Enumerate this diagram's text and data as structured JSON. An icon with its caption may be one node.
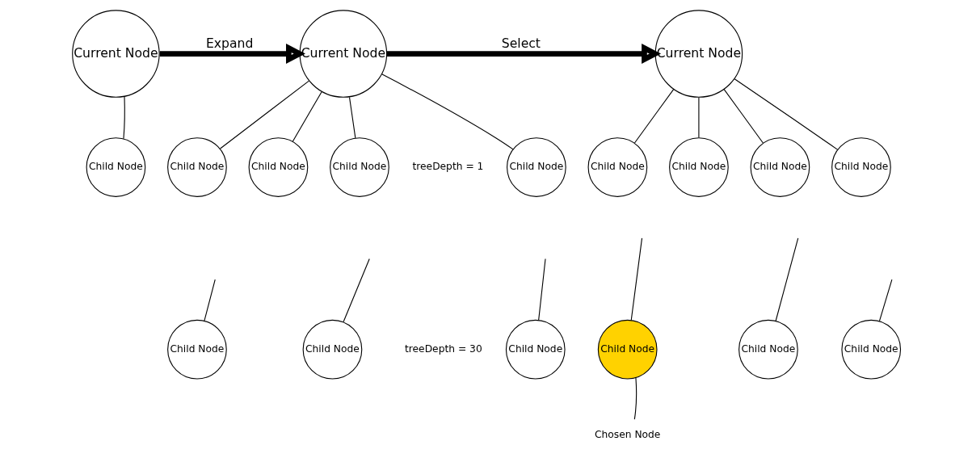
{
  "diagram": {
    "nodes": [
      {
        "text": [
          "Current Node"
        ]
      },
      {
        "text": [
          "Child Node"
        ]
      },
      {
        "text": [
          "Current Node"
        ]
      },
      {
        "text": [
          "Child Node"
        ],
        "beside": [
          "treeDepth = 1"
        ]
      },
      {
        "text": [
          "Child Node"
        ]
      },
      {
        "text": [
          "Child Node"
        ]
      },
      {
        "text": [
          "Child Node"
        ]
      },
      {
        "text": [
          "Child Node"
        ],
        "beside": [
          "treeDepth = 30"
        ]
      },
      {
        "text": [
          "Child Node"
        ]
      },
      {
        "text": [
          "Child Node"
        ]
      },
      {
        "text": [
          "Current Node"
        ]
      },
      {
        "text": [
          "Child Node"
        ]
      },
      {
        "text": [
          "Child Node"
        ]
      },
      {
        "text": [
          "Child Node"
        ]
      },
      {
        "text": [
          "Child Node"
        ]
      },
      {
        "text": [
          "Child Node"
        ]
      },
      {
        "text": [
          "Child Node"
        ]
      },
      {
        "text": [
          "Child Node"
        ]
      },
      {
        "text": [
          "Chosen Node"
        ]
      }
    ],
    "edges": [
      {
        "from": 0,
        "to": 1,
        "arrow": "none"
      },
      {
        "from": 0,
        "to": 2,
        "arrow": "to",
        "label": "Expand",
        "style": "thick"
      },
      {
        "from": 2,
        "to": 3,
        "arrow": "none"
      },
      {
        "from": 2,
        "to": 4,
        "arrow": "none"
      },
      {
        "from": 2,
        "to": 5,
        "arrow": "none"
      },
      {
        "from": 2,
        "to": 6,
        "arrow": "none"
      },
      {
        "from": null,
        "to": 7,
        "arrow": "none"
      },
      {
        "from": null,
        "to": 8,
        "arrow": "none"
      },
      {
        "from": null,
        "to": 9,
        "arrow": "none"
      },
      {
        "from": 2,
        "to": 10,
        "arrow": "to",
        "label": "Select",
        "style": "thick"
      },
      {
        "from": 10,
        "to": 11,
        "arrow": "none"
      },
      {
        "from": 10,
        "to": 12,
        "arrow": "none"
      },
      {
        "from": 10,
        "to": 13,
        "arrow": "none"
      },
      {
        "from": 10,
        "to": 14,
        "arrow": "none"
      },
      {
        "from": null,
        "to": 15,
        "arrow": "none"
      },
      {
        "from": null,
        "to": 16,
        "arrow": "none"
      },
      {
        "from": null,
        "to": 17,
        "arrow": "none"
      },
      {
        "from": 18,
        "to": 16,
        "arrow": "none"
      }
    ]
  }
}
